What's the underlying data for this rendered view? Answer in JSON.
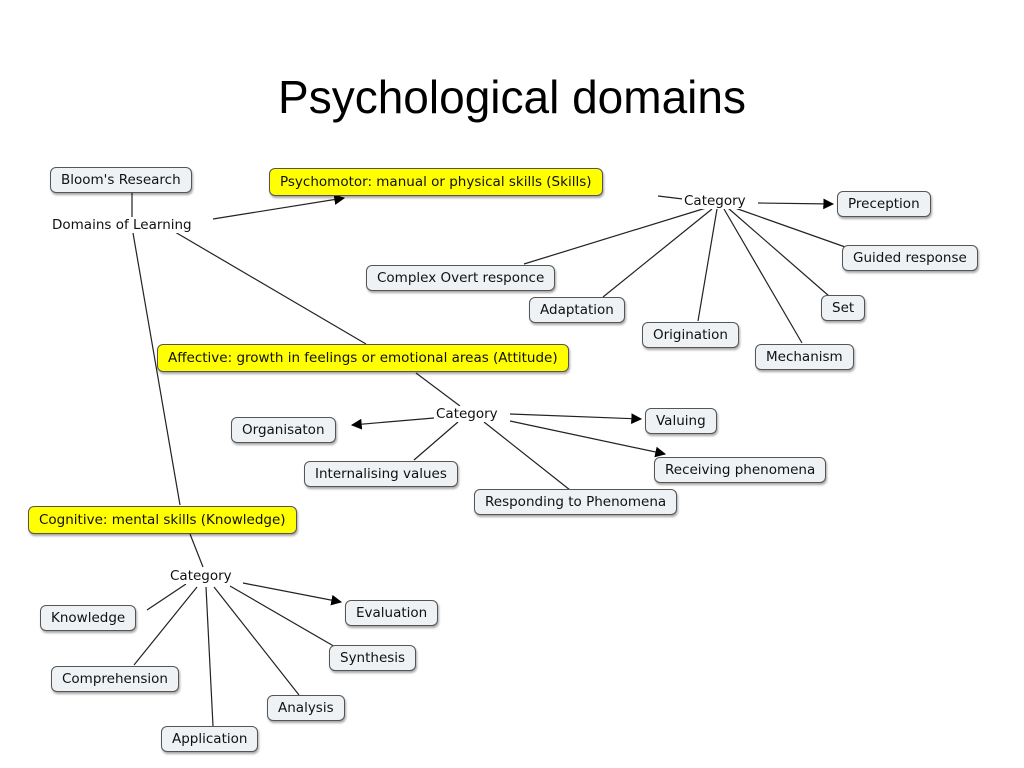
{
  "slide": {
    "title": "Psychological domains"
  },
  "map": {
    "root": "Bloom's Research",
    "root_link": "Domains of Learning",
    "psychomotor": {
      "domain": "Psychomotor: manual or physical skills (Skills)",
      "link": "Category",
      "items": [
        "Preception",
        "Guided response",
        "Set",
        "Mechanism",
        "Origination",
        "Adaptation",
        "Complex Overt responce"
      ]
    },
    "affective": {
      "domain": "Affective: growth in feelings or emotional areas (Attitude)",
      "link": "Category",
      "items": [
        "Valuing",
        "Receiving phenomena",
        "Responding to Phenomena",
        "Internalising values",
        "Organisaton"
      ]
    },
    "cognitive": {
      "domain": "Cognitive: mental skills (Knowledge)",
      "link": "Category",
      "items": [
        "Knowledge",
        "Comprehension",
        "Application",
        "Analysis",
        "Synthesis",
        "Evaluation"
      ]
    }
  }
}
